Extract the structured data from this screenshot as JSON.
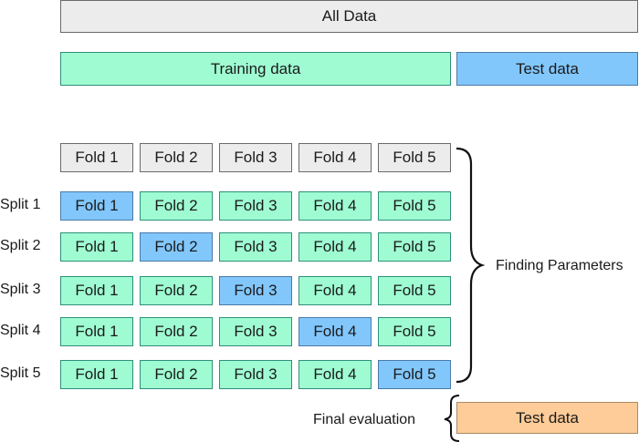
{
  "all_data": "All Data",
  "training_data": "Training data",
  "test_data": "Test data",
  "folds_header": [
    "Fold 1",
    "Fold 2",
    "Fold 3",
    "Fold 4",
    "Fold 5"
  ],
  "splits": [
    {
      "label": "Split 1",
      "folds": [
        "Fold 1",
        "Fold 2",
        "Fold 3",
        "Fold 4",
        "Fold 5"
      ],
      "test_fold_index": 0
    },
    {
      "label": "Split 2",
      "folds": [
        "Fold 1",
        "Fold 2",
        "Fold 3",
        "Fold 4",
        "Fold 5"
      ],
      "test_fold_index": 1
    },
    {
      "label": "Split 3",
      "folds": [
        "Fold 1",
        "Fold 2",
        "Fold 3",
        "Fold 4",
        "Fold 5"
      ],
      "test_fold_index": 2
    },
    {
      "label": "Split 4",
      "folds": [
        "Fold 1",
        "Fold 2",
        "Fold 3",
        "Fold 4",
        "Fold 5"
      ],
      "test_fold_index": 3
    },
    {
      "label": "Split 5",
      "folds": [
        "Fold 1",
        "Fold 2",
        "Fold 3",
        "Fold 4",
        "Fold 5"
      ],
      "test_fold_index": 4
    }
  ],
  "finding_parameters": "Finding Parameters",
  "final_evaluation": "Final evaluation",
  "final_test_data": "Test data",
  "colors": {
    "neutral": "#ececec",
    "training": "#9ffcd2",
    "validation": "#82c7fc",
    "final_test": "#fdcc98"
  }
}
